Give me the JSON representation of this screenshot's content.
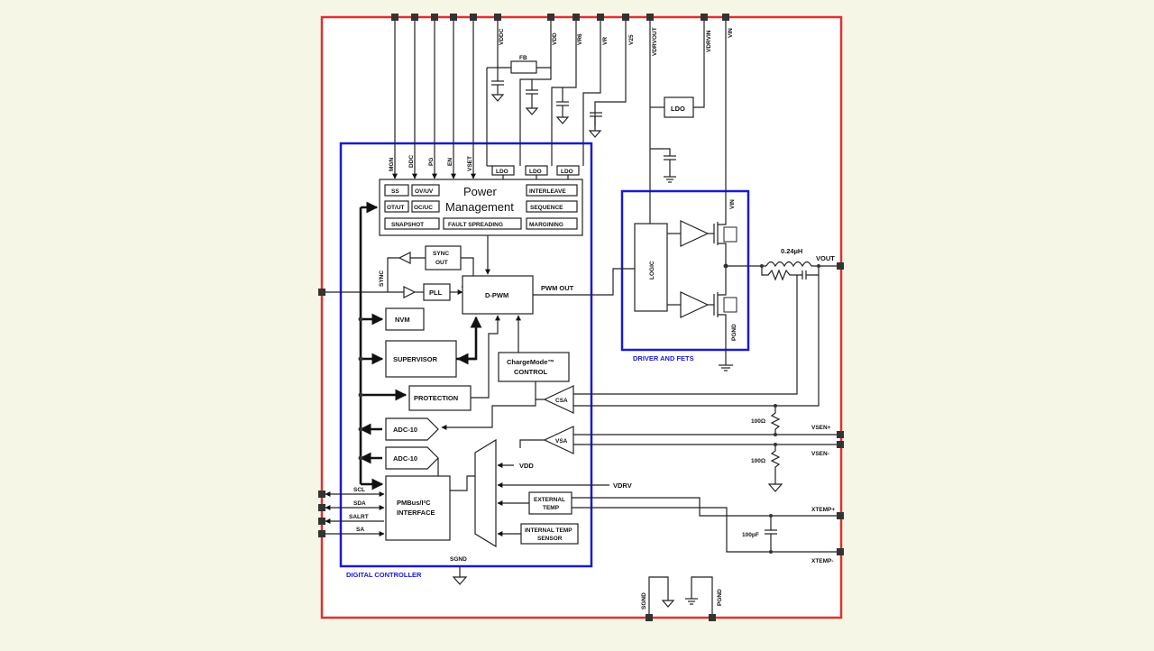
{
  "colors": {
    "outer_border": "#e03030",
    "block_border": "#1a1ad0",
    "block_label": "#1a1ad0",
    "background": "#f5f6e6"
  },
  "pins_top": [
    "VDDC",
    "VDD",
    "VR6",
    "VR",
    "V25",
    "VDRVOUT",
    "VDRVIN",
    "VIN"
  ],
  "block_labels": {
    "digital": "DIGITAL CONTROLLER",
    "driver": "DRIVER AND FETS"
  },
  "pm": {
    "title1": "Power",
    "title2": "Management",
    "ss": "SS",
    "ovuv": "OV/UV",
    "otut": "OT/UT",
    "ocuc": "OC/UC",
    "snapshot": "SNAPSHOT",
    "fault": "FAULT SPREADING",
    "interleave": "INTERLEAVE",
    "sequence": "SEQUENCE",
    "margining": "MARGINING",
    "pins": [
      "MGN",
      "DDC",
      "PG",
      "EN",
      "VSET"
    ]
  },
  "ldo_small": "LDO",
  "ldo": "LDO",
  "fb": "FB",
  "sync": "SYNC",
  "sync_out_1": "SYNC",
  "sync_out_2": "OUT",
  "pll": "PLL",
  "dpwm": "D-PWM",
  "pwm_out": "PWM OUT",
  "nvm": "NVM",
  "supervisor": "SUPERVISOR",
  "protection": "PROTECTION",
  "chargemode_1": "ChargeMode™",
  "chargemode_2": "CONTROL",
  "csa": "CSA",
  "vsa": "VSA",
  "adc": "ADC-10",
  "vdd": "VDD",
  "vdrv": "VDRV",
  "ext_temp_1": "EXTERNAL",
  "ext_temp_2": "TEMP",
  "int_temp_1": "INTERNAL TEMP",
  "int_temp_2": "SENSOR",
  "pmbus_1": "PMBus/I²C",
  "pmbus_2": "INTERFACE",
  "bus_pins": [
    "SCL",
    "SDA",
    "SALRT",
    "SA"
  ],
  "sgnd": "SGND",
  "logic": "LOGIC",
  "vin_fet": "VIN",
  "pgnd_fet": "PGND",
  "inductor": "0.24µH",
  "vout": "VOUT",
  "res_1": "100Ω",
  "res_2": "100Ω",
  "cap": "100pF",
  "vsen_p": "VSEN+",
  "vsen_n": "VSEN-",
  "xtemp_p": "XTEMP+",
  "xtemp_n": "XTEMP-",
  "bottom_pins": [
    "SGND",
    "PGND"
  ]
}
